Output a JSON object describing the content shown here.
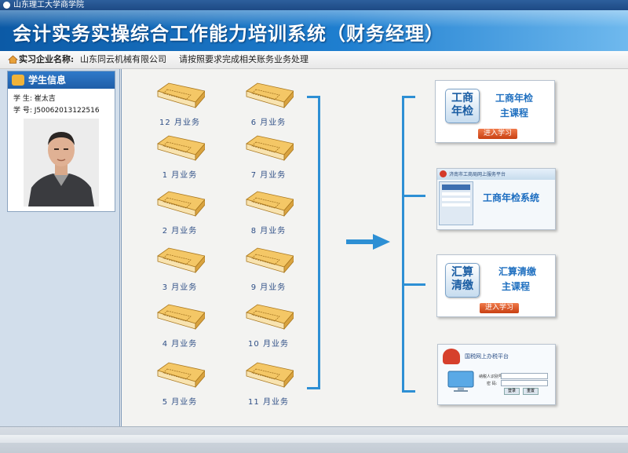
{
  "header": {
    "school": "山东理工大学商学院",
    "title": "会计实务实操综合工作能力培训系统（财务经理）"
  },
  "infobar": {
    "company_label": "实习企业名称:",
    "company_name": "山东同云机械有限公司",
    "notice": "请按照要求完成相关账务业务处理"
  },
  "student": {
    "panel_title": "学生信息",
    "name_label": "学 生:",
    "name": "崔太吉",
    "id_label": "学 号:",
    "id": "J50062013122516"
  },
  "months": [
    {
      "label": "12 月业务"
    },
    {
      "label": "6 月业务"
    },
    {
      "label": "1 月业务"
    },
    {
      "label": "7 月业务"
    },
    {
      "label": "2 月业务"
    },
    {
      "label": "8 月业务"
    },
    {
      "label": "3 月业务"
    },
    {
      "label": "9 月业务"
    },
    {
      "label": "4 月业务"
    },
    {
      "label": "10 月业务"
    },
    {
      "label": "5 月业务"
    },
    {
      "label": "11 月业务"
    }
  ],
  "modules": {
    "annual": {
      "icon_text_1": "工商",
      "icon_text_2": "年检",
      "title": "工商年检",
      "subtitle": "主课程",
      "button": "进入学习"
    },
    "annual_system": {
      "banner": "济南市工商局网上服务平台",
      "title": "工商年检系统"
    },
    "settlement": {
      "icon_text_1": "汇算",
      "icon_text_2": "清缴",
      "title": "汇算清缴",
      "subtitle": "主课程",
      "button": "进入学习"
    },
    "tax_platform": {
      "title": "国税网上办税平台",
      "field_1": "纳税人识别号:",
      "field_2": "密 码:",
      "login": "登录",
      "reset": "重置"
    }
  },
  "colors": {
    "banner_blue": "#1f7fd0",
    "bracket_blue": "#2d8fd4",
    "ledger_yellow": "#f2c35b",
    "button_orange": "#e0632e"
  }
}
